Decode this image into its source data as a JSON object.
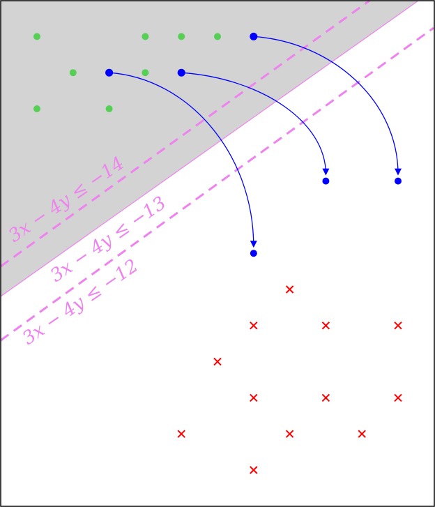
{
  "diagram": {
    "colors": {
      "feasible_region": "#d3d3d3",
      "boundary": "#ee82ee",
      "green_point": "#55d055",
      "blue_point": "#0000ff",
      "arrow": "#0000ff",
      "cross": "#ff0000",
      "frame": "#000000"
    },
    "labels": [
      {
        "id": "c14",
        "text": "3x − 4y ≤ −14"
      },
      {
        "id": "c13",
        "text": "3x − 4y ≤ −13"
      },
      {
        "id": "c12",
        "text": "3x − 4y ≤ −12"
      }
    ],
    "green_points": [
      [
        0,
        7
      ],
      [
        3,
        7
      ],
      [
        4,
        7
      ],
      [
        5,
        7
      ],
      [
        1,
        6
      ],
      [
        3,
        6
      ],
      [
        0,
        5
      ],
      [
        2,
        5
      ]
    ],
    "blue_points": [
      [
        6,
        7
      ],
      [
        2,
        6
      ],
      [
        4,
        6
      ]
    ],
    "arrows": [
      {
        "from": [
          6,
          7
        ],
        "to": [
          10,
          3
        ]
      },
      {
        "from": [
          4,
          6
        ],
        "to": [
          8,
          3
        ]
      },
      {
        "from": [
          2,
          6
        ],
        "to": [
          6,
          1
        ]
      }
    ],
    "cross_points": [
      [
        7,
        0
      ],
      [
        6,
        -1
      ],
      [
        8,
        -1
      ],
      [
        10,
        -1
      ],
      [
        5,
        -2
      ],
      [
        6,
        -3
      ],
      [
        8,
        -3
      ],
      [
        10,
        -3
      ],
      [
        4,
        -4
      ],
      [
        7,
        -4
      ],
      [
        9,
        -4
      ],
      [
        6,
        -5
      ]
    ]
  }
}
